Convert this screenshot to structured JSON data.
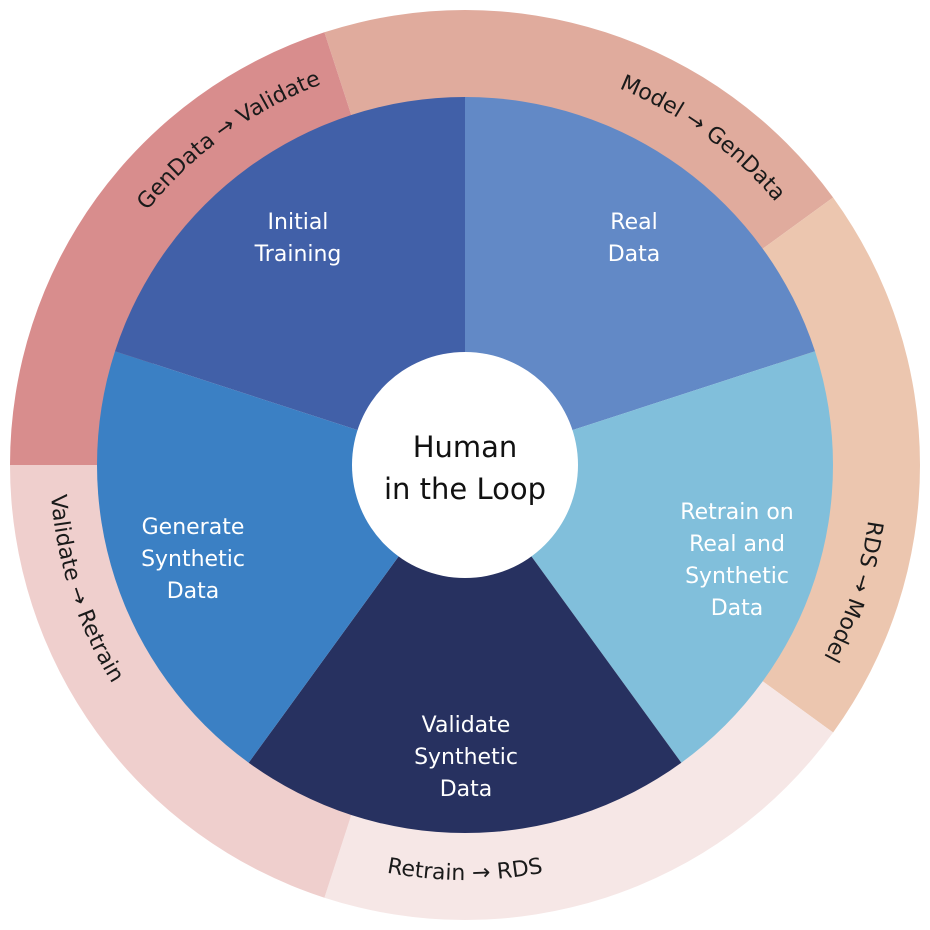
{
  "center": {
    "label_lines": [
      "Human",
      "in the Loop"
    ],
    "color": "#ffffff"
  },
  "segments": [
    {
      "name": "initial-training",
      "label_lines": [
        "Initial",
        "Training"
      ],
      "color": "#6289c6"
    },
    {
      "name": "real-data",
      "label_lines": [
        "Real",
        "Data"
      ],
      "color": "#81bfdb"
    },
    {
      "name": "retrain-real-synthetic",
      "label_lines": [
        "Retrain on",
        "Real and",
        "Synthetic",
        "Data"
      ],
      "color": "#273160"
    },
    {
      "name": "validate-synthetic",
      "label_lines": [
        "Validate",
        "Synthetic",
        "Data"
      ],
      "color": "#3b80c4"
    },
    {
      "name": "generate-synthetic",
      "label_lines": [
        "Generate",
        "Synthetic",
        "Data"
      ],
      "color": "#4160a8"
    }
  ],
  "ring": [
    {
      "name": "model-to-gendata",
      "label": "Model → GenData",
      "color": "#e0ab9d"
    },
    {
      "name": "rds-to-model",
      "label": "RDS → Model",
      "color": "#ecc6af"
    },
    {
      "name": "retrain-to-rds",
      "label": "Retrain → RDS",
      "color": "#f6e7e6"
    },
    {
      "name": "validate-to-retrain",
      "label": "Validate → Retrain",
      "color": "#efcfcd"
    },
    {
      "name": "gendata-to-validate",
      "label": "GenData → Validate",
      "color": "#d88d8d"
    }
  ]
}
